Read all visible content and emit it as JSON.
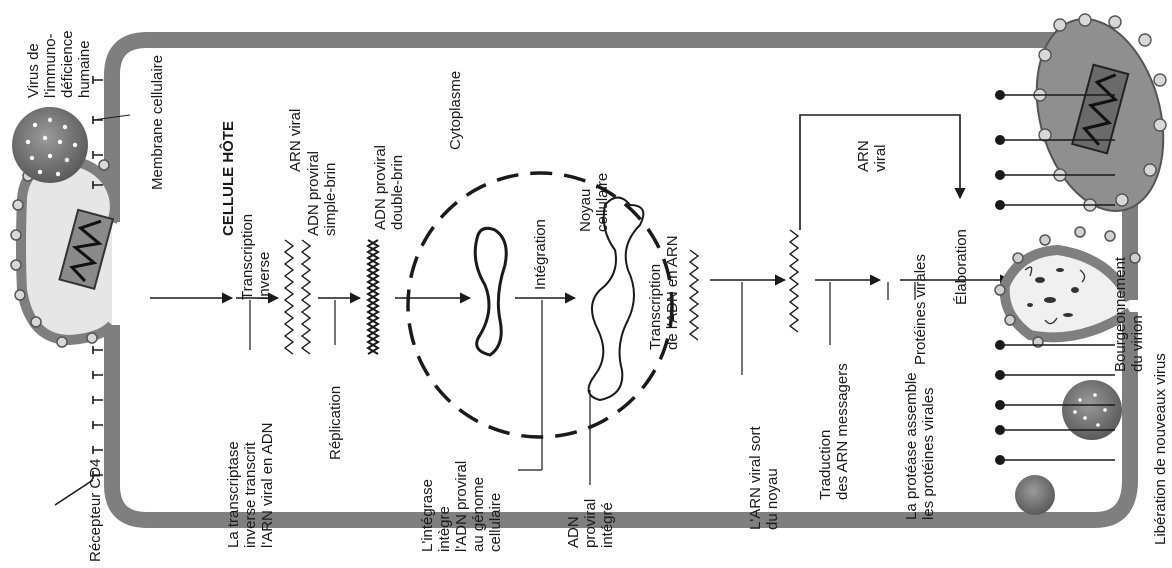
{
  "labels": {
    "virus": [
      "Virus de",
      "l'immuno-",
      "déficience",
      "humaine"
    ],
    "membrane": "Membrane cellulaire",
    "cellule_hote": "CELLULE HÔTE",
    "transcription_inverse": [
      "Transcription",
      "inverse"
    ],
    "arn_viral": "ARN viral",
    "adn_simple": [
      "ADN proviral",
      "simple-brin"
    ],
    "adn_double": [
      "ADN proviral",
      "double-brin"
    ],
    "cytoplasme": "Cytoplasme",
    "noyau": [
      "Noyau",
      "cellulaire"
    ],
    "integration": "Intégration",
    "transcription_adn": [
      "Transcription",
      "de l'ADN en ARN"
    ],
    "arn_viral_right": [
      "ARN",
      "viral"
    ],
    "proteines_virales": "Protéines virales",
    "elaboration": "Élaboration",
    "bourgeonnement": [
      "Bourgeonnement",
      "du virion"
    ],
    "liberation": "Libération de nouveaux virus",
    "transcriptase": [
      "La transcriptase",
      "inverse transcrit",
      "l'ARN viral en ADN"
    ],
    "recepteur": "Récepteur CD4",
    "replication": "Réplication",
    "integrase": [
      "L'intégrase",
      "intègre",
      "l'ADN proviral",
      "au génome",
      "cellulaire"
    ],
    "adn_integre": [
      "ADN",
      "proviral",
      "intégré"
    ],
    "arn_sort": [
      "L'ARN viral sort",
      "du noyau"
    ],
    "traduction": [
      "Traduction",
      "des ARN messagers"
    ],
    "protease": [
      "La protéase assemble",
      "les protéines virales"
    ]
  },
  "colors": {
    "membrane": "#7f7f7f",
    "ink": "#1a1a1a",
    "virus_body": "#6e6e6e",
    "virus_dot": "#ffffff"
  }
}
